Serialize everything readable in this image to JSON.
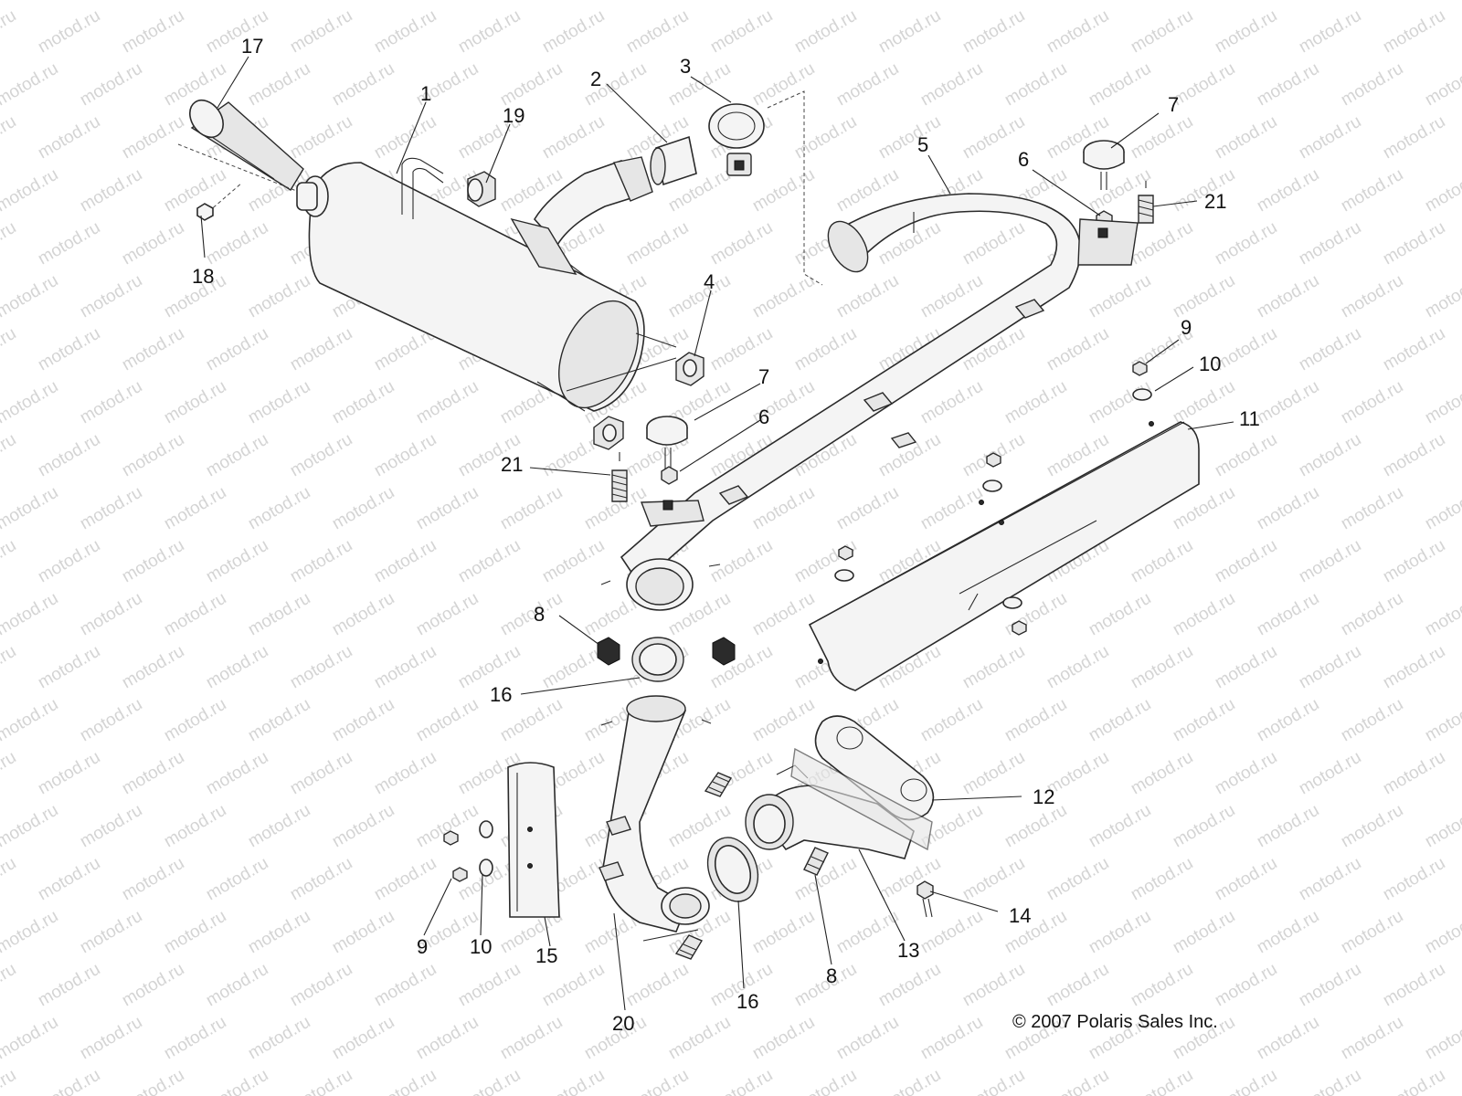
{
  "watermark": "motod.ru",
  "copyright": "© 2007 Polaris Sales Inc.",
  "callouts": [
    "17",
    "1",
    "19",
    "2",
    "3",
    "18",
    "5",
    "6",
    "7",
    "21",
    "4",
    "9",
    "10",
    "11",
    "7",
    "6",
    "21",
    "8",
    "16",
    "12",
    "15",
    "9",
    "10",
    "20",
    "16",
    "8",
    "13",
    "14"
  ]
}
